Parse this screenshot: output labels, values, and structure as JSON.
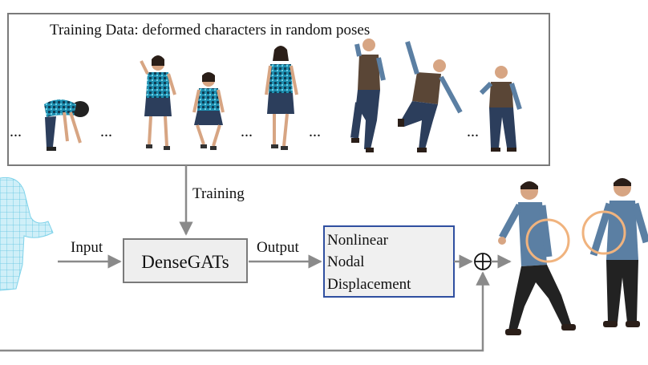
{
  "training_box": {
    "title": "Training Data: deformed characters in random poses",
    "ellipsis": "..."
  },
  "labels": {
    "training": "Training",
    "input": "Input",
    "output": "Output"
  },
  "model_box": {
    "label": "DenseGATs"
  },
  "output_box": {
    "lines": [
      "Nonlinear",
      "Nodal",
      "Displacement"
    ]
  },
  "operator": {
    "symbol": "⊕"
  },
  "colors": {
    "arrow": "#8a8a8a",
    "box_border": "#7a7a7a",
    "model_fill": "#eeeeee",
    "output_border": "#2f4fa0",
    "output_fill": "#f0f0f0",
    "shirt_patterned": "#1f8fb0",
    "shirt_denim": "#5b7fa3",
    "vest": "#5a4636",
    "jeans": "#2c3e5c",
    "skin": "#d7a583",
    "mesh": "#7fd3ea",
    "highlight_circle": "#f0b37e"
  }
}
